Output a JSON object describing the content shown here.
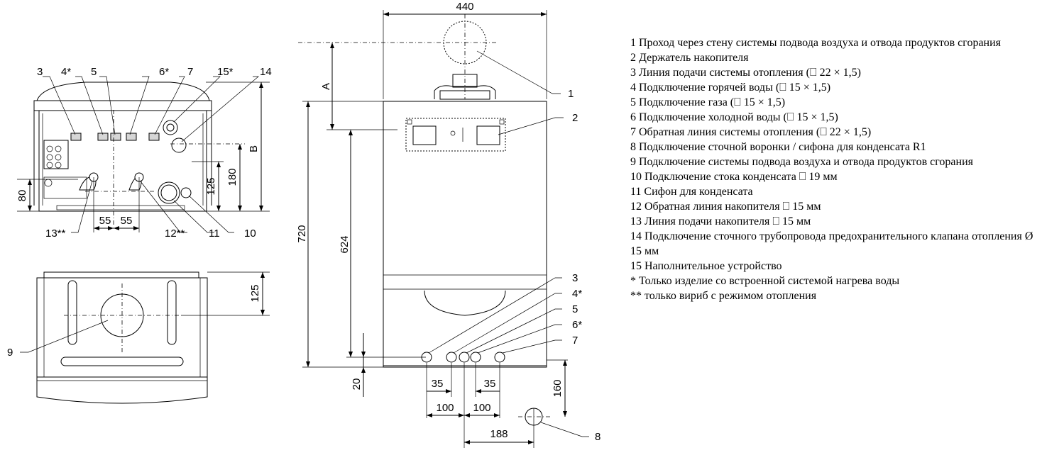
{
  "dimensions": {
    "width_440": "440",
    "height_720": "720",
    "height_624": "624",
    "a": "A",
    "b": "B",
    "bottom_20": "20",
    "d160": "160",
    "d35_left": "35",
    "d35_right": "35",
    "d100_left": "100",
    "d100_right": "100",
    "d188": "188",
    "top_80": "80",
    "top_125": "125",
    "top_180": "180",
    "top_55_left": "55",
    "top_55_right": "55",
    "back_125": "125"
  },
  "callouts": {
    "top_view": [
      "3",
      "4*",
      "5",
      "6*",
      "7",
      "15*",
      "14"
    ],
    "top_view_bottom": [
      "13**",
      "12**",
      "11",
      "10"
    ],
    "back_view": [
      "9"
    ],
    "front_view": [
      "1",
      "2",
      "3",
      "4*",
      "5",
      "6*",
      "7",
      "8"
    ]
  },
  "legend": [
    "1 Проход через стену системы подвода воздуха и отвода продуктов сгорания",
    "2 Держатель накопителя",
    "3 Линия подачи системы отопления (⎕ 22 × 1,5)",
    "4 Подключение горячей воды (⎕ 15 × 1,5)",
    "5 Подключение газа (⎕ 15 × 1,5)",
    "6 Подключение холодной воды (⎕ 15 × 1,5)",
    "7 Обратная линия системы отопления (⎕ 22 × 1,5)",
    "8 Подключение сточной воронки / сифона для конденсата R1",
    "9 Подключение системы подвода воздуха и отвода продуктов сгорания",
    "10 Подключение стока конденсата ⎕ 19 мм",
    "11 Сифон для конденсата",
    "12 Обратная линия накопителя ⎕ 15 мм",
    "13 Линия подачи накопителя ⎕ 15 мм",
    "14 Подключение сточного трубопровода предохранительного клапана отопления Ø 15 мм",
    "15 Наполнительное устройство",
    "* Только изделие со встроенной системой нагрева воды",
    "** только вириб с режимом отопления"
  ]
}
